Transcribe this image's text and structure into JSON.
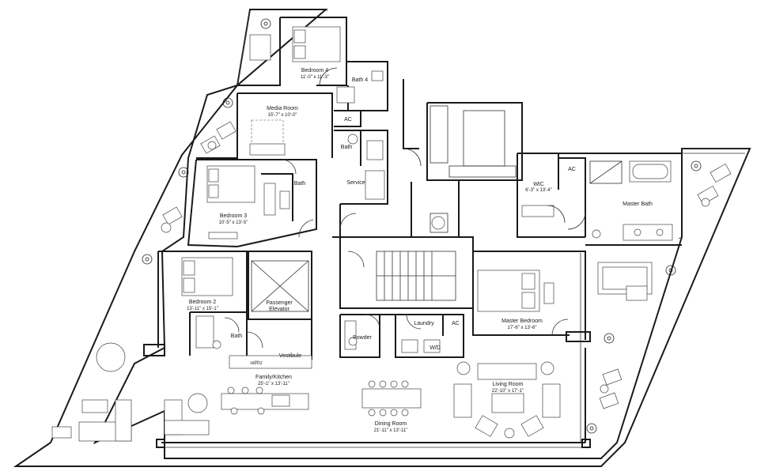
{
  "rooms": {
    "bedroom4": {
      "name": "Bedroom 4",
      "dims": "11'-0\" x 11'-3\""
    },
    "bath4": {
      "name": "Bath 4"
    },
    "media": {
      "name": "Media Room",
      "dims": "15'-7\" x 10'-0\""
    },
    "ac1": {
      "name": "AC"
    },
    "bath_service": {
      "name": "Bath"
    },
    "service": {
      "name": "Service"
    },
    "bath3": {
      "name": "Bath"
    },
    "bedroom3": {
      "name": "Bedroom 3",
      "dims": "10'-5\" x 13'-5\""
    },
    "wic": {
      "name": "WIC",
      "dims": "6'-3\" x 13'-4\""
    },
    "ac2": {
      "name": "AC"
    },
    "master_bath": {
      "name": "Master Bath"
    },
    "bedroom2": {
      "name": "Bedroom 2",
      "dims": "13'-11\" x 15'-1\""
    },
    "elevator": {
      "name": "Passenger",
      "name2": "Elevator"
    },
    "master_bedroom": {
      "name": "Master Bedroom",
      "dims": "17'-6\" x 13'-6\""
    },
    "powder": {
      "name": "Powder"
    },
    "laundry": {
      "name": "Laundry"
    },
    "ac3": {
      "name": "AC"
    },
    "wd": {
      "name": "W/D"
    },
    "bath2": {
      "name": "Bath"
    },
    "vestibule": {
      "name": "Vestibule"
    },
    "ref": {
      "name": "ref/frz"
    },
    "family_kitchen": {
      "name": "Family/Kitchen",
      "dims": "25'-1\" x 13'-11\""
    },
    "living": {
      "name": "Living Room",
      "dims": "22'-10\" x 17'-1\""
    },
    "dining": {
      "name": "Dining Room",
      "dims": "21'-11\" x 13'-11\""
    }
  }
}
